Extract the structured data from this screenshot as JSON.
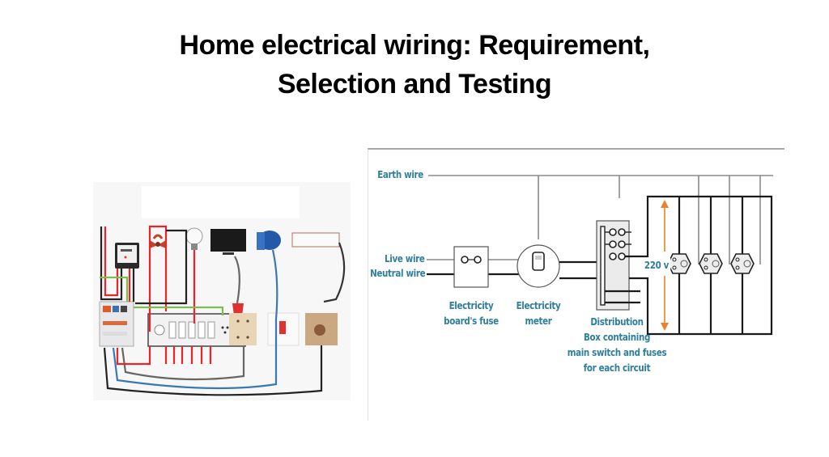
{
  "slide": {
    "title_line1": "Home electrical wiring: Requirement,",
    "title_line2": "Selection and Testing"
  },
  "photo": {
    "description": "Illustration of household wiring with meter, distribution board, switchboard, fan, bulb, TV, water pump, air conditioner and sockets",
    "appliances": [
      "ceiling-fan",
      "light-bulb",
      "television",
      "water-pump",
      "air-conditioner"
    ],
    "wire_colors": {
      "live": "#e8262a",
      "neutral": "#222222",
      "earth": "#7bbf4e",
      "other": "#3a78b0"
    }
  },
  "diagram": {
    "labels": {
      "earth": "Earth wire",
      "live": "Live wire",
      "neutral": "Neutral wire",
      "fuse_line1": "Electricity",
      "fuse_line2": "board's fuse",
      "meter_line1": "Electricity",
      "meter_line2": "meter",
      "dist_line1": "Distribution",
      "dist_line2": "Box containing",
      "dist_line3": "main switch and fuses",
      "dist_line4": "for each circuit",
      "voltage": "220 v"
    },
    "socket_count": 3,
    "colors": {
      "label": "#2f7f9e",
      "arrow": "#e8842a",
      "earth_line": "#8a8a8a",
      "wire": "#1a1a1a"
    }
  }
}
